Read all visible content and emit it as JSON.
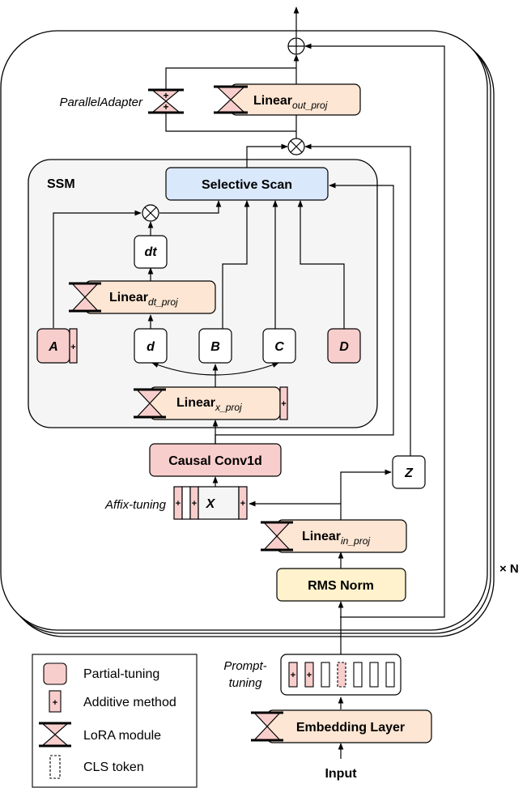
{
  "labels": {
    "ssm": "SSM",
    "selective_scan": "Selective Scan",
    "parallel_adapter": "ParallelAdapter",
    "linear": "Linear",
    "out_proj_sub": "out_proj",
    "dt_proj_sub": "dt_proj",
    "x_proj_sub": "x_proj",
    "in_proj_sub": "in_proj",
    "dt": "dt",
    "a": "A",
    "d_small": "d",
    "b": "B",
    "c": "C",
    "d_big": "D",
    "z": "Z",
    "x": "X",
    "causal_conv": "Causal Conv1d",
    "affix_tuning": "Affix-tuning",
    "rms_norm": "RMS Norm",
    "repeat_n": "× N",
    "prompt_tuning_1": "Prompt-",
    "prompt_tuning_2": "tuning",
    "embedding_layer": "Embedding Layer",
    "input": "Input",
    "plus": "+"
  },
  "legend": {
    "partial_tuning": "Partial-tuning",
    "additive_method": "Additive method",
    "lora_module": "LoRA module",
    "cls_token": "CLS token"
  },
  "colors": {
    "partial_fill": "#f8cecc",
    "linear_fill": "#fde6d3",
    "scan_fill": "#dae8fc",
    "rms_fill": "#fff2cc",
    "ssm_fill": "#f5f5f5",
    "stroke": "#000000"
  }
}
